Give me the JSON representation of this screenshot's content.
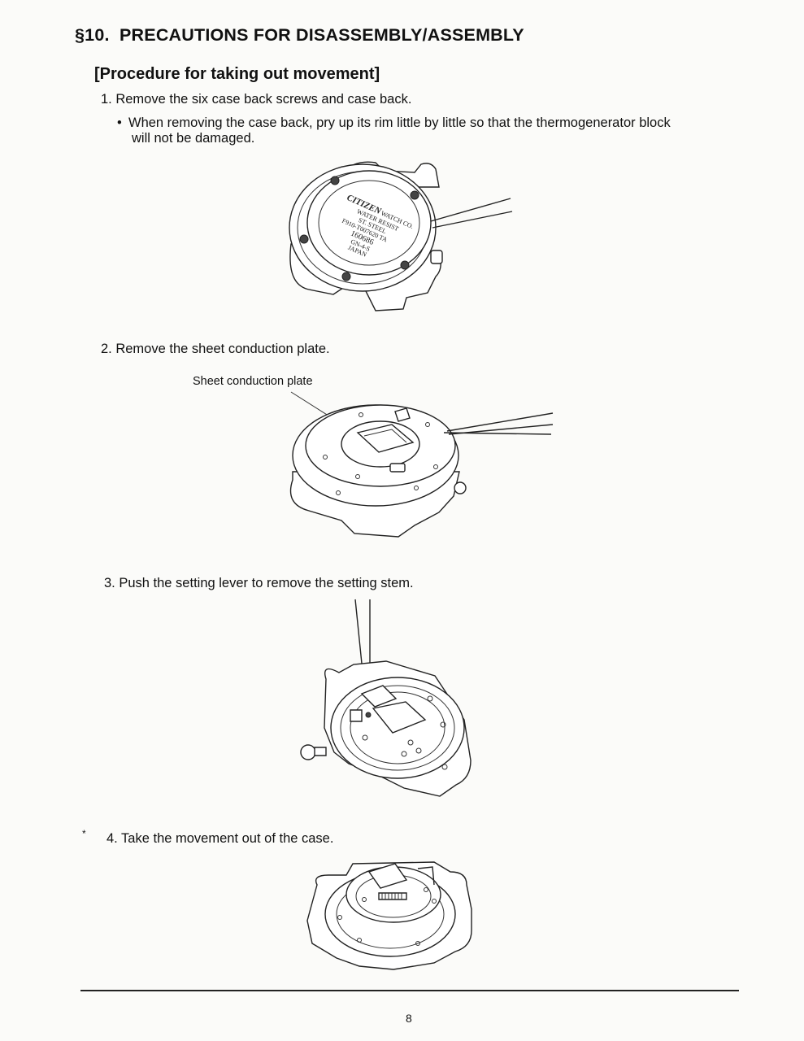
{
  "section": {
    "number": "§10.",
    "title": "PRECAUTIONS FOR DISASSEMBLY/ASSEMBLY"
  },
  "procedure_heading": "[Procedure for taking out movement]",
  "steps": [
    {
      "label": "1. Remove the six case back screws  and case back.",
      "bullet_line1": "When removing the case back, pry up its rim little by little so that the thermogenerator block",
      "bullet_line2": "will not be damaged.",
      "figure": {
        "caseback_lines": [
          "CITIZEN",
          "WATCH CO.",
          "WATER RESIST",
          "ST. STEEL",
          "F910-T007620 TA",
          "160686",
          "GN-4-S",
          "JAPAN"
        ]
      }
    },
    {
      "label": "2. Remove the sheet conduction plate.",
      "callout": "Sheet conduction plate"
    },
    {
      "label": "3. Push the setting lever to remove the setting stem."
    },
    {
      "label": "4. Take the movement out of the case.",
      "margin_mark": "*"
    }
  ],
  "page_number": "8"
}
